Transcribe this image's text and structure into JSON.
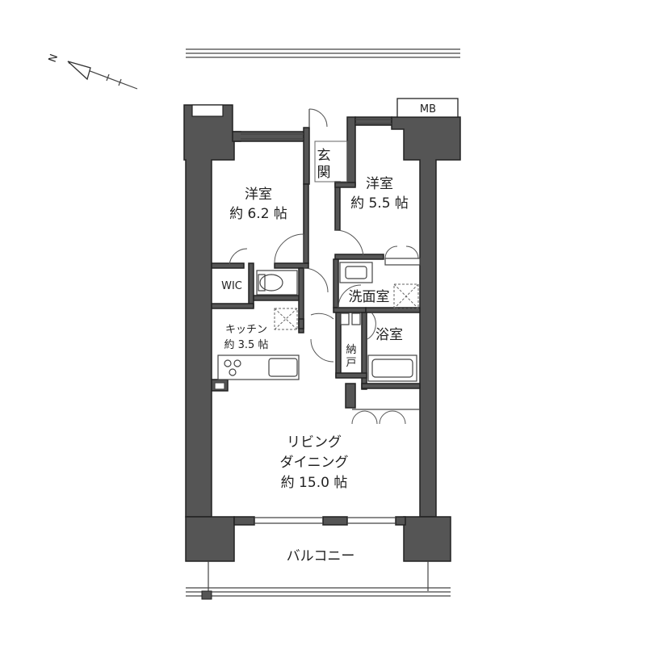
{
  "compass": {
    "north_letter": "N"
  },
  "rooms": {
    "bedroom1": {
      "name": "洋室",
      "size": "約 6.2 帖"
    },
    "bedroom2": {
      "name": "洋室",
      "size": "約 5.5 帖"
    },
    "entrance": {
      "line1": "玄",
      "line2": "関"
    },
    "wic": "WIC",
    "kitchen": {
      "name": "キッチン",
      "size": "約 3.5 帖"
    },
    "washroom": "洗面室",
    "bathroom": "浴室",
    "storage": {
      "line1": "納",
      "line2": "戸"
    },
    "living": {
      "line1": "リビング",
      "line2": "ダイニング",
      "size": "約 15.0 帖"
    },
    "balcony": "バルコニー",
    "mb": "MB"
  },
  "colors": {
    "wall": "#555555",
    "line": "#444444",
    "text": "#222222"
  }
}
